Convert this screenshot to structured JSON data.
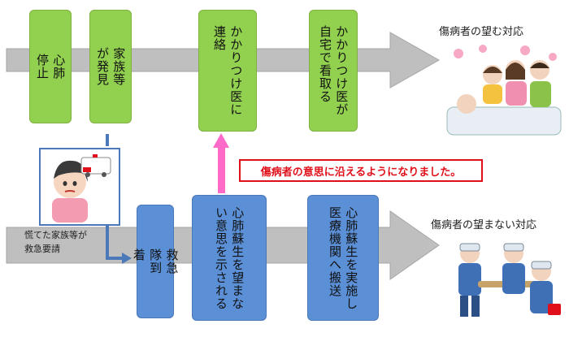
{
  "top_flow": {
    "step1": "心肺\n停止",
    "step2": "家族等\nが発見",
    "step3": "かかりつけ医に\n連絡",
    "step4": "かかりつけ医が\n自宅で看取る"
  },
  "bottom_flow": {
    "step1": "救急\n隊到\n着",
    "step2": "心肺蘇生を望まな\nい意思を示される",
    "step3": "心肺蘇生を実施し\n医療機関へ搬送"
  },
  "caption_top": "傷病者の望む対応",
  "caption_bottom": "傷病者の望まない対応",
  "family_note": "慌てた家族等が\n救急要請",
  "message": "傷病者の意思に沿えるようになりました。",
  "colors": {
    "green": "#92d050",
    "blue": "#5b8fd6",
    "arrow": "#bfbfbf",
    "red": "#e0101a",
    "pink_arrow": "#ff69c8"
  }
}
